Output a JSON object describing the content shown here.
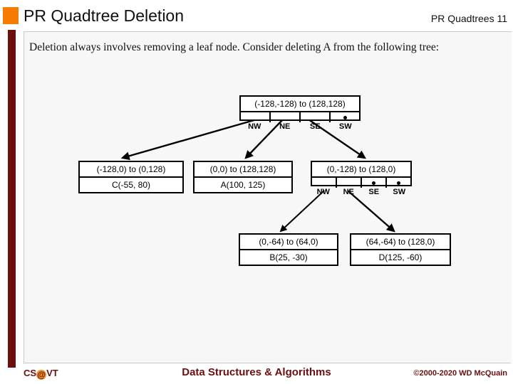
{
  "slide": {
    "title": "PR Quadtree Deletion",
    "header_right": "PR Quadtrees 11",
    "body_text": "Deletion always involves removing a leaf node.  Consider deleting A from the following tree:",
    "accent_orange": "#F57C00",
    "accent_darkred": "#6B0F0F",
    "panel_bg": "#F7F7F7"
  },
  "tree": {
    "root": {
      "range": "(-128,-128) to (128,128)",
      "quadrants": [
        {
          "caption": "NW",
          "has_child": true
        },
        {
          "caption": "NE",
          "has_child": true
        },
        {
          "caption": "SE",
          "has_child": true
        },
        {
          "caption": "SW",
          "has_child": false,
          "dot": true
        }
      ]
    },
    "child_nw": {
      "range": "(-128,0) to (0,128)",
      "data": "C(-55, 80)"
    },
    "child_ne": {
      "range": "(0,0) to (128,128)",
      "data": "A(100, 125)"
    },
    "child_se": {
      "range": "(0,-128) to (128,0)",
      "quadrants": [
        {
          "caption": "NW",
          "has_child": true
        },
        {
          "caption": "NE",
          "has_child": true
        },
        {
          "caption": "SE",
          "has_child": false,
          "dot": true
        },
        {
          "caption": "SW",
          "has_child": false,
          "dot": true
        }
      ]
    },
    "leaf_b": {
      "range": "(0,-64) to (64,0)",
      "data": "B(25, -30)"
    },
    "leaf_d": {
      "range": "(64,-64) to (128,0)",
      "data": "D(125, -60)"
    }
  },
  "footer": {
    "left_prefix": "CS",
    "left_at": "@",
    "left_suffix": "VT",
    "center": "Data Structures & Algorithms",
    "right": "©2000-2020 WD McQuain"
  }
}
